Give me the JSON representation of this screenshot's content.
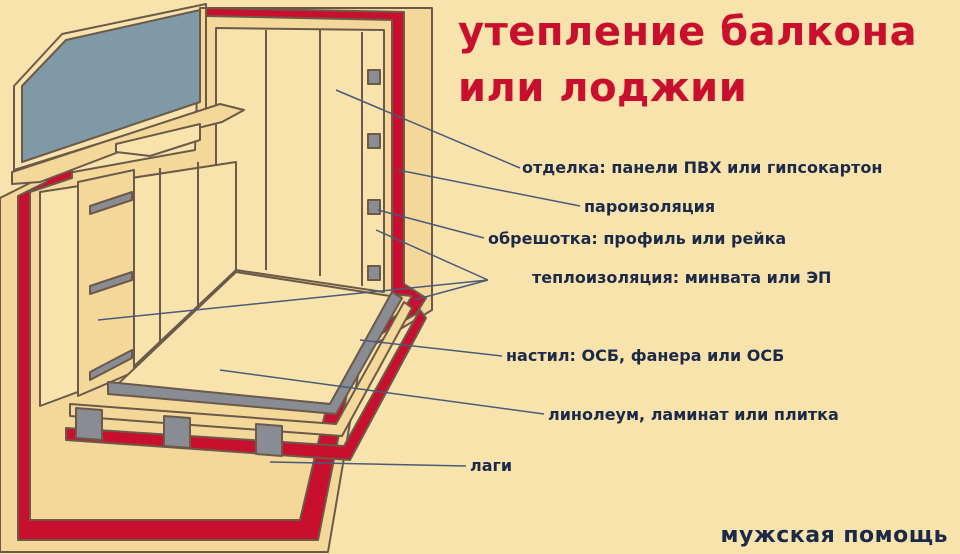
{
  "title": {
    "line1": "утепление балкона",
    "line2": "или лоджии"
  },
  "labels": {
    "finishing": "отделка: панели ПВХ или гипсокартон",
    "vapor_barrier": "пароизоляция",
    "battens": "обрешотка: профиль или рейка",
    "insulation": "теплоизоляция: минвата или ЭП",
    "subfloor": "настил: ОСБ, фанера или ОСБ",
    "floor_covering": "линолеум, ламинат или плитка",
    "joists": "лаги"
  },
  "watermark": "мужская помощь",
  "colors": {
    "background": "#f8e3ac",
    "title": "#c8102e",
    "label": "#1c2a48",
    "insulation_red": "#c8102e",
    "glass": "#7f9aa6",
    "outline": "#6b5a4a",
    "board_gray": "#8a8c94"
  }
}
